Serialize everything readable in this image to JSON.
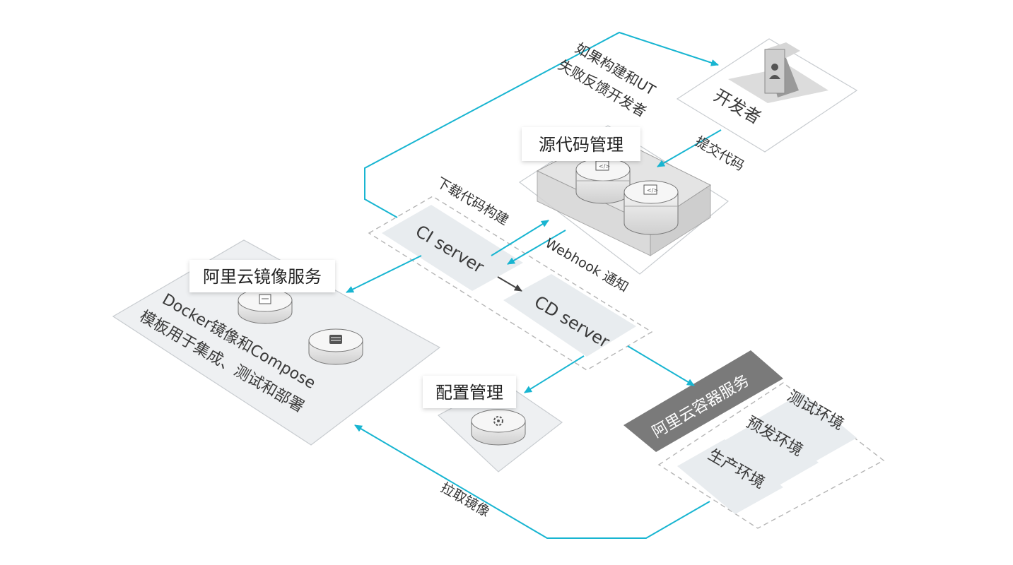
{
  "nodes": {
    "developer": "开发者",
    "source_code_mgmt": "源代码管理",
    "ci_server": "CI server",
    "cd_server": "CD server",
    "aliyun_image_service": "阿里云镜像服务",
    "image_desc_line1": "Docker镜像和Compose",
    "image_desc_line2": "模板用于集成、测试和部署",
    "config_mgmt": "配置管理",
    "container_service": "阿里云容器服务",
    "env_test": "测试环境",
    "env_preprod": "预发环境",
    "env_prod": "生产环境"
  },
  "edges": {
    "feedback_line1": "如果构建和UT",
    "feedback_line2": "失败反馈开发者",
    "commit_code": "提交代码",
    "download_build": "下载代码构建",
    "webhook_notify": "Webhook 通知",
    "pull_image": "拉取镜像"
  },
  "colors": {
    "arrow": "#18b5d1",
    "dark_arrow": "#444444",
    "panel_fill": "#eef0f2",
    "panel_stroke": "#c8ccd0",
    "dashed": "#b5b5b5",
    "header_gray": "#7a7a7a"
  }
}
